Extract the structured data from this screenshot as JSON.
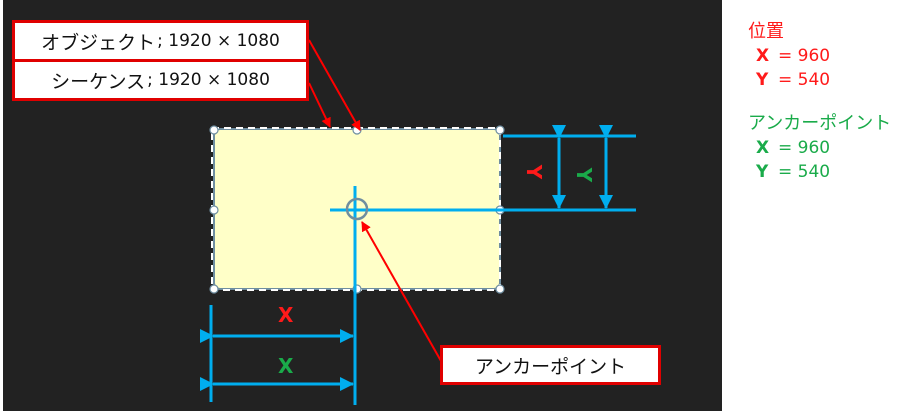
{
  "callouts": {
    "object": {
      "label": "オブジェクト",
      "size": "; 1920 × 1080"
    },
    "sequence": {
      "label": "シーケンス",
      "size": "; 1920 × 1080"
    },
    "anchor": {
      "label": "アンカーポイント"
    }
  },
  "legend": {
    "position": {
      "title": "位置",
      "x_label": "X",
      "x_value": "= 960",
      "y_label": "Y",
      "y_value": "= 540",
      "color": "#ff1a1a"
    },
    "anchor_point": {
      "title": "アンカーポイント",
      "x_label": "X",
      "x_value": "= 960",
      "y_label": "Y",
      "y_value": "= 540",
      "color": "#1aab4a"
    }
  },
  "dimensions": {
    "x_position_label": "X",
    "x_anchor_label": "X",
    "y_position_label": "Y",
    "y_anchor_label": "Y"
  },
  "colors": {
    "background": "#222222",
    "object_fill": "#ffffc8",
    "guide_line": "#00aeef",
    "callout_border": "#e00000",
    "position": "#ff1a1a",
    "anchor": "#1aab4a"
  }
}
